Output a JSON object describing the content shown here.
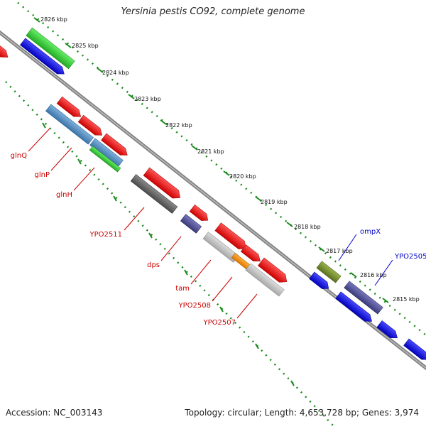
{
  "title": "Yersinia pestis CO92, complete genome",
  "footer": {
    "accession": "Accession: NC_003143",
    "summary": "Topology: circular; Length: 4,653,728 bp; Genes: 3,974"
  },
  "ruler_labels": [
    "2826 kbp",
    "2825 kbp",
    "2824 kbp",
    "2823 kbp",
    "2822 kbp",
    "2821 kbp",
    "2820 kbp",
    "2819 kbp",
    "2818 kbp",
    "2817 kbp",
    "2816 kbp",
    "2815 kbp"
  ],
  "gene_labels_left": [
    "glnQ",
    "glnP",
    "glnH",
    "YPO2511",
    "dps",
    "tam",
    "YPO2508",
    "YPO2507"
  ],
  "gene_labels_right": [
    "ompX",
    "YPO2505"
  ],
  "colors": {
    "cds": "#ff0000",
    "gene_fwd": "#0000ff",
    "rrna": "#33cc33",
    "label_left": "#cc0000",
    "label_right": "#0000cc",
    "backbone": "#808080",
    "ruler_dots": "#1a8a1a"
  }
}
